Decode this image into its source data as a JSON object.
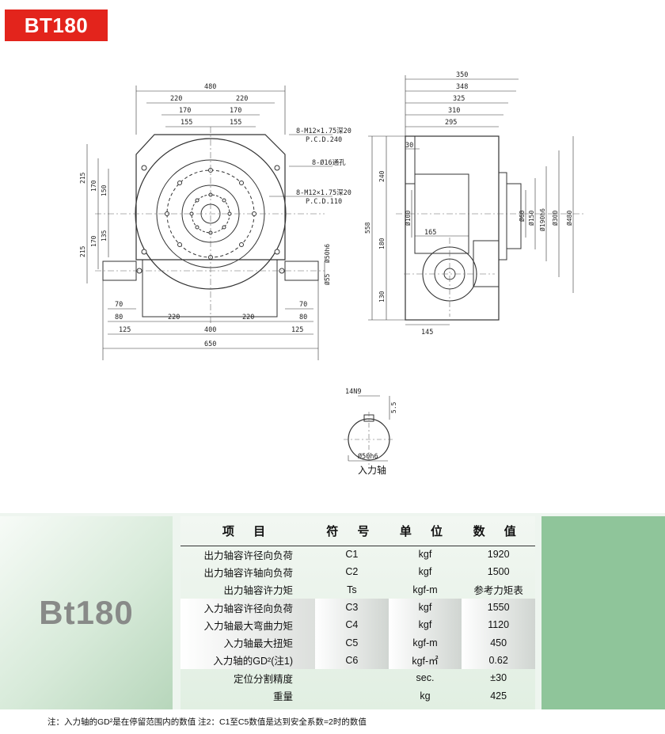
{
  "badge": {
    "title": "BT180",
    "color": "#e3241c"
  },
  "drawing": {
    "front_view": {
      "dims_top": [
        "480",
        "220",
        "220",
        "170",
        "170",
        "155",
        "155"
      ],
      "dims_left": [
        "215",
        "170",
        "150",
        "135",
        "170",
        "215"
      ],
      "dims_bottom": [
        "70",
        "80",
        "125",
        "220",
        "220",
        "400",
        "650",
        "70",
        "80",
        "125"
      ],
      "callouts": [
        "8-M12×1.75深20",
        "P.C.D.240",
        "8-Ø16通孔",
        "8-M12×1.75深20",
        "P.C.D.110"
      ],
      "shaft_dims": [
        "Ø50h6",
        "Ø55"
      ]
    },
    "side_view": {
      "dims_top": [
        "350",
        "348",
        "325",
        "310",
        "295",
        "30"
      ],
      "dims_left": [
        "240",
        "558",
        "180",
        "130"
      ],
      "dims_inner": [
        "Ø100",
        "165",
        "Ø60",
        "Ø150",
        "Ø190h6",
        "Ø300",
        "Ø480"
      ],
      "dims_bottom": [
        "145"
      ]
    },
    "input_shaft_detail": {
      "keyway": "14N9",
      "depth": "5.5",
      "diameter": "Ø50h6",
      "caption": "入力轴"
    }
  },
  "spec": {
    "model": "Bt180",
    "headers": [
      "项 目",
      "符 号",
      "单 位",
      "数 值"
    ],
    "rows": [
      {
        "item": "出力轴容许径向负荷",
        "symbol": "C1",
        "unit": "kgf",
        "value": "1920",
        "shaded": false
      },
      {
        "item": "出力轴容许轴向负荷",
        "symbol": "C2",
        "unit": "kgf",
        "value": "1500",
        "shaded": false
      },
      {
        "item": "出力轴容许力矩",
        "symbol": "Ts",
        "unit": "kgf-m",
        "value": "参考力矩表",
        "shaded": false
      },
      {
        "item": "入力轴容许径向负荷",
        "symbol": "C3",
        "unit": "kgf",
        "value": "1550",
        "shaded": true
      },
      {
        "item": "入力轴最大弯曲力矩",
        "symbol": "C4",
        "unit": "kgf",
        "value": "1120",
        "shaded": true
      },
      {
        "item": "入力轴最大扭矩",
        "symbol": "C5",
        "unit": "kgf-m",
        "value": "450",
        "shaded": true
      },
      {
        "item": "入力轴的GD²(注1)",
        "symbol": "C6",
        "unit": "kgf-㎡",
        "value": "0.62",
        "shaded": true
      },
      {
        "item": "定位分割精度",
        "symbol": "",
        "unit": "sec.",
        "value": "±30",
        "shaded": false
      },
      {
        "item": "重量",
        "symbol": "",
        "unit": "kg",
        "value": "425",
        "shaded": false
      }
    ]
  },
  "note": "注：入力轴的GD²是在停留范围内的数值  注2：C1至C5数值是达到安全系数=2时的数值"
}
